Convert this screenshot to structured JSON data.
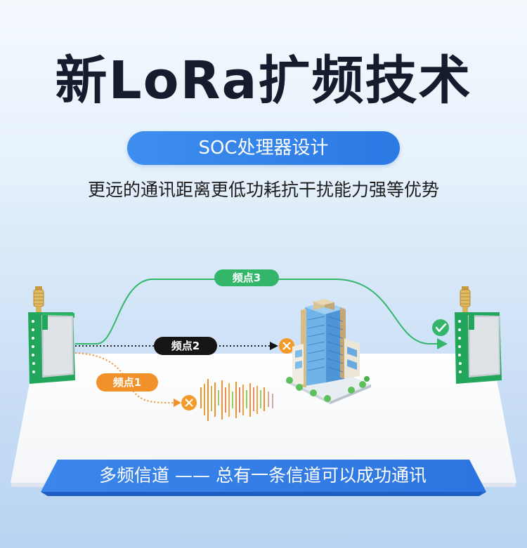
{
  "title": "新LoRa扩频技术",
  "badge": "SOC处理器设计",
  "subtitle": "更远的通讯距离更低功耗抗干扰能力强等优势",
  "channels": [
    {
      "label": "频点3",
      "status": "success"
    },
    {
      "label": "频点2",
      "status": "blocked"
    },
    {
      "label": "频点1",
      "status": "interference"
    }
  ],
  "banner": "多频信道 —— 总有一条信道可以成功通讯",
  "colors": {
    "accent": "#2f80ea",
    "success": "#33b56a",
    "warning": "#f2912a",
    "dark": "#151515"
  }
}
